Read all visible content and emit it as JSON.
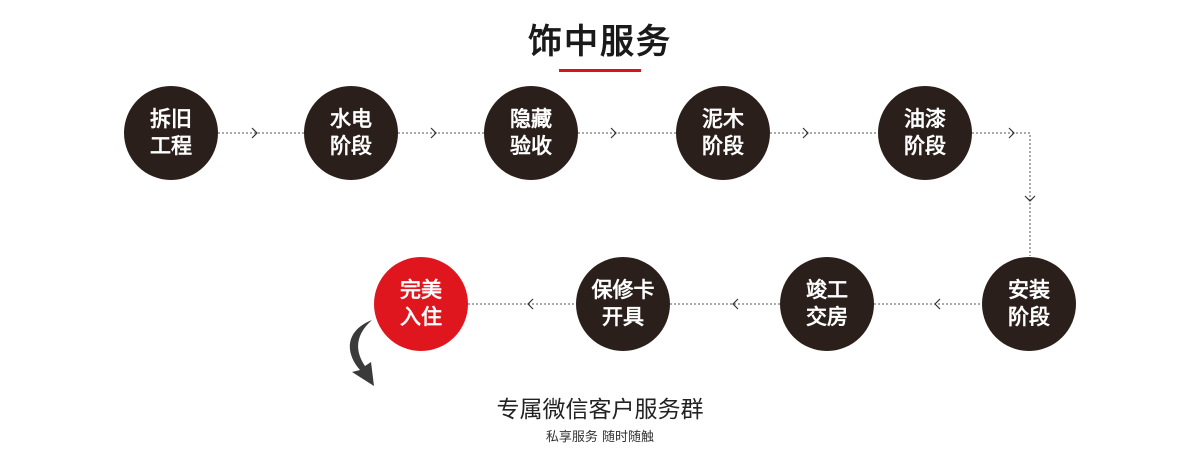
{
  "title": "饰中服务",
  "steps": [
    {
      "line1": "拆旧",
      "line2": "工程"
    },
    {
      "line1": "水电",
      "line2": "阶段"
    },
    {
      "line1": "隐藏",
      "line2": "验收"
    },
    {
      "line1": "泥木",
      "line2": "阶段"
    },
    {
      "line1": "油漆",
      "line2": "阶段"
    },
    {
      "line1": "安装",
      "line2": "阶段"
    },
    {
      "line1": "竣工",
      "line2": "交房"
    },
    {
      "line1": "保修卡",
      "line2": "开具"
    },
    {
      "line1": "完美",
      "line2": "入住"
    }
  ],
  "footer": {
    "title": "专属微信客户服务群",
    "subtitle": "私享服务 随时随触"
  },
  "colors": {
    "circle": "#2b1f1b",
    "accent": "#e0161e",
    "connector": "#555555"
  }
}
